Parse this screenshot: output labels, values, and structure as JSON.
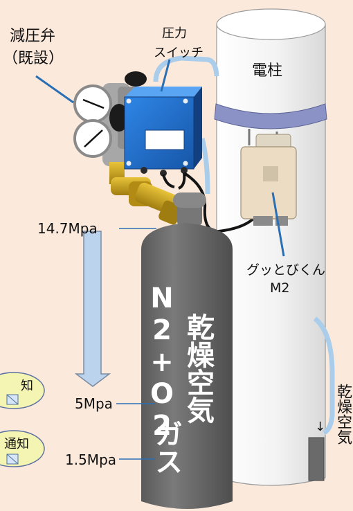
{
  "labels": {
    "pressure_reducing_valve": "減圧弁",
    "existing": "（既設）",
    "pressure_switch_line1": "圧力",
    "pressure_switch_line2": "スイッチ",
    "utility_pole": "電柱",
    "device_name": "グッとびくん",
    "device_model": "M2",
    "pressure_high": "14.7Mpa",
    "pressure_mid": "5Mpa",
    "pressure_low": "1.5Mpa",
    "cylinder_gas_line1": "N2",
    "cylinder_gas_line2": "+O2",
    "cylinder_dry_air_line1": "乾燥空",
    "cylinder_dry_air_line2": "気",
    "cylinder_gas_suffix": "ガス",
    "dry_air_vertical": "乾燥空気",
    "downward_arrow": "↓",
    "notice_1": "知",
    "notice_2": "通知"
  },
  "colors": {
    "background": "#fbe9dc",
    "pressure_switch_blue": "#1f6fd1",
    "hose_blue": "#a9cdea",
    "cylinder_grey": "#6e6e6e",
    "pipe_gold": "#c9a21a",
    "pole_white": "#f4f4f4",
    "band_purple": "#8a92c6",
    "arrow_fill": "#bcd3ee",
    "notice_yellow": "#f5f5b3",
    "leader_blue": "#2a6fb4"
  }
}
